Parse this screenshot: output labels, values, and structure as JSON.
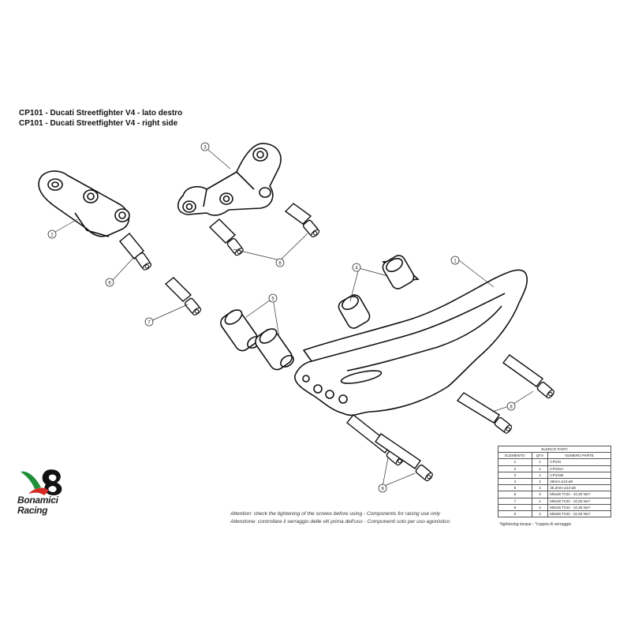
{
  "title": {
    "line1": "CP101 - Ducati Streetfighter V4 - lato destro",
    "line2": "CP101 - Ducati Streetfighter V4 - right side"
  },
  "brand": {
    "line1": "Bonamici",
    "line2": "Racing",
    "mark_colors": [
      "#1f8f3a",
      "#d42a25"
    ]
  },
  "callouts": [
    {
      "id": "c3",
      "label": "3"
    },
    {
      "id": "c2",
      "label": "2"
    },
    {
      "id": "c6a",
      "label": "6"
    },
    {
      "id": "c6b",
      "label": "6"
    },
    {
      "id": "c1",
      "label": "1"
    },
    {
      "id": "c4",
      "label": "4"
    },
    {
      "id": "c5",
      "label": "5"
    },
    {
      "id": "c7",
      "label": "7"
    },
    {
      "id": "c8",
      "label": "8"
    },
    {
      "id": "c9",
      "label": "9"
    }
  ],
  "notes": {
    "en": "Attention: check the tightening of the screws before using - Components for racing use only",
    "it": "Attenzione: controllare il serraggio delle viti prima dell'uso - Componenti solo per uso agonistico"
  },
  "parts_table": {
    "title": "ELENCO PARTI",
    "headers": [
      "ELEMENTO",
      "QTÀ",
      "NUMERO PARTE"
    ],
    "rows": [
      [
        "1",
        "1",
        "CP101"
      ],
      [
        "2",
        "1",
        "CP101A"
      ],
      [
        "3",
        "1",
        "CP101B"
      ],
      [
        "4",
        "2",
        "28mm ø13-ø6"
      ],
      [
        "5",
        "2",
        "35,3mm ø13-ø6"
      ],
      [
        "6",
        "3",
        "M6x25 TCEI - 10,30 Nm*"
      ],
      [
        "7",
        "1",
        "M6x30 TCEI - 10,30 Nm*"
      ],
      [
        "8",
        "2",
        "M6x45 TCEI - 10,30 Nm*"
      ],
      [
        "9",
        "2",
        "M6x50 TCEI - 10,30 Nm*"
      ]
    ],
    "footnote": "*tightening torque - *coppia di serraggio"
  }
}
